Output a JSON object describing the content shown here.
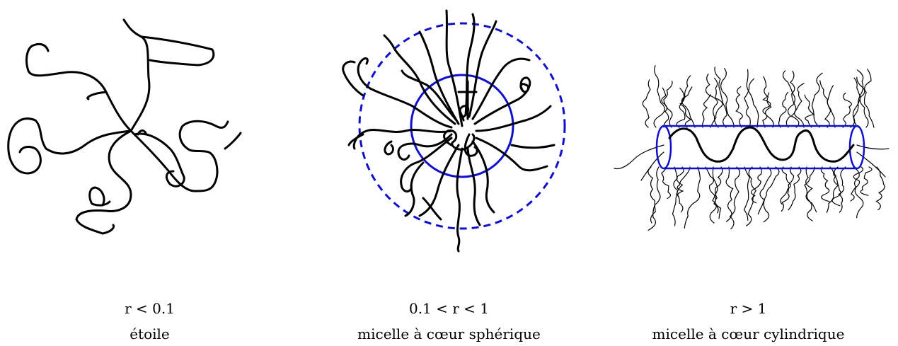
{
  "panels": [
    {
      "condition": "r < 0.1",
      "label": "étoile"
    },
    {
      "condition": "0.1 < r < 1",
      "label": "micelle à cœur sphérique"
    },
    {
      "condition": "r > 1",
      "label": "micelle à cœur cylindrique"
    }
  ],
  "colors": {
    "chain": "#000000",
    "core": "#1010cc"
  }
}
